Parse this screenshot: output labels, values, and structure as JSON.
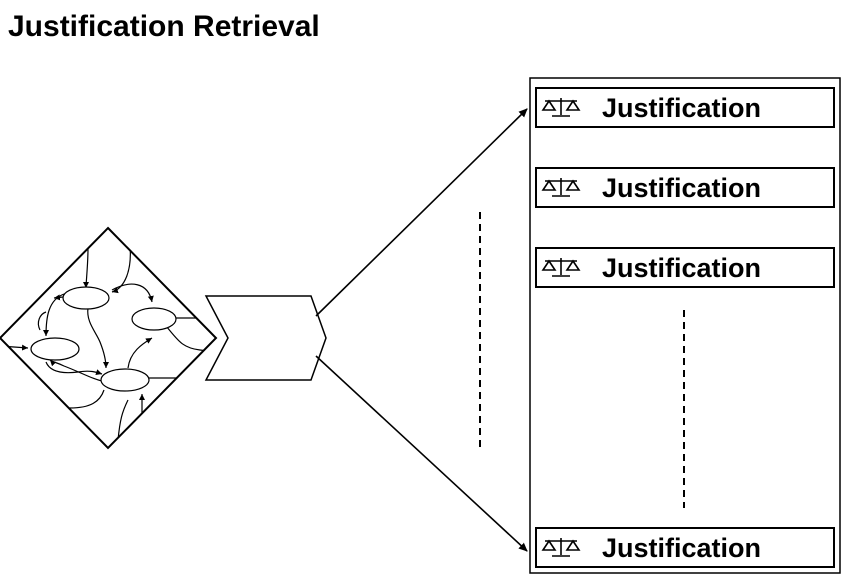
{
  "title": "Justification Retrieval",
  "justification_items": [
    {
      "label": "Justification",
      "icon": "scales-icon"
    },
    {
      "label": "Justification",
      "icon": "scales-icon"
    },
    {
      "label": "Justification",
      "icon": "scales-icon"
    },
    {
      "label": "Justification",
      "icon": "scales-icon"
    }
  ],
  "colors": {
    "stroke": "#000000",
    "background": "#ffffff"
  }
}
